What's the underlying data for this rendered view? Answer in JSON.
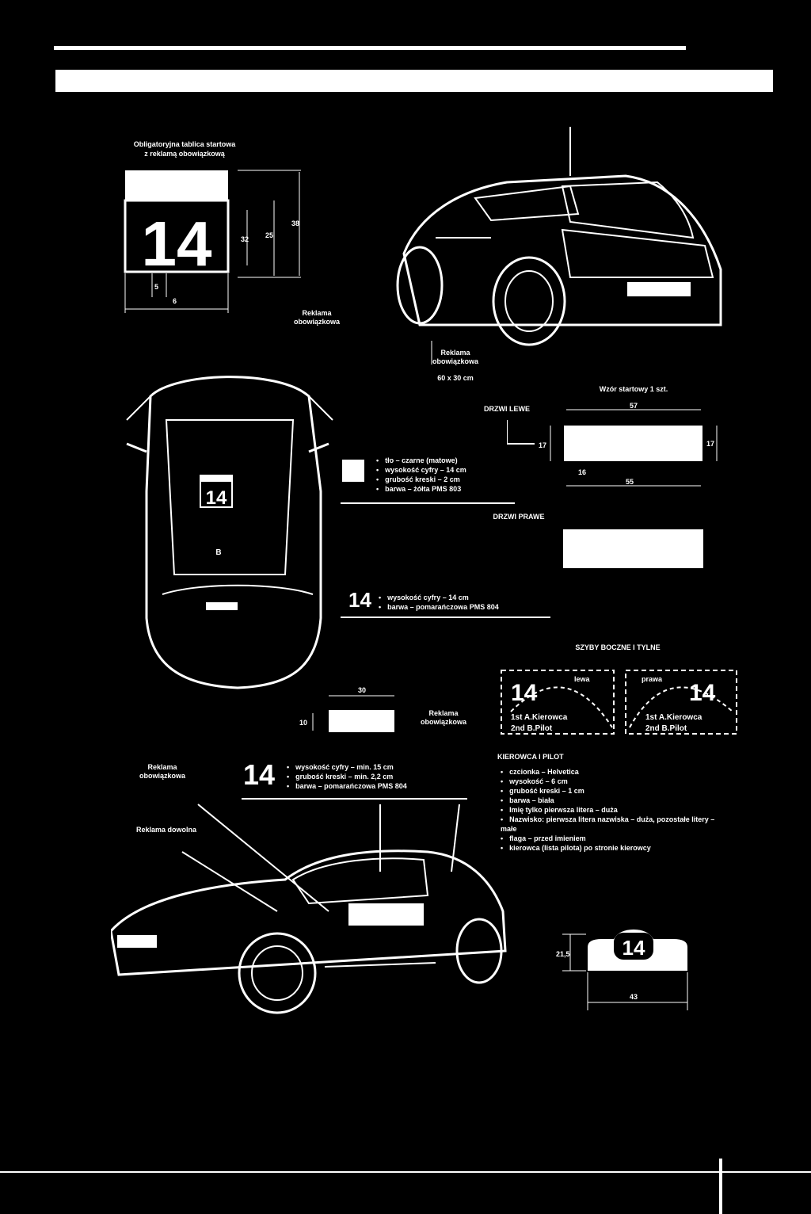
{
  "ad_plate": {
    "title_line1": "Obligatoryjna tablica startowa",
    "title_line2": "z reklamą obowiązkową",
    "number": "14",
    "dims": [
      "32",
      "6",
      "25",
      "5",
      "38"
    ]
  },
  "callouts": {
    "rear_ad": "Reklama obowiązkowa",
    "rear_ad_size": "60 x 30 cm",
    "side_ad": "Reklama obowiązkowa",
    "optional_ad": "Reklama dowolna",
    "top_ad_label": "Reklama obowiązkowa"
  },
  "roof_plate": {
    "number": "14",
    "letter": "B"
  },
  "roof_spec": {
    "items": [
      "tło – czarne (matowe)",
      "wysokość cyfry – 14 cm",
      "grubość kreski – 2 cm",
      "barwa – żółta PMS 803"
    ]
  },
  "door_spec": {
    "left_label": "DRZWI LEWE",
    "right_label": "DRZWI PRAWE",
    "top_label": "Wzór startowy 1 szt.",
    "dims": [
      "57",
      "17",
      "16",
      "55",
      "17"
    ]
  },
  "front_spec": {
    "number": "14",
    "items": [
      "wysokość cyfry – 14 cm",
      "barwa – pomarańczowa PMS 804"
    ]
  },
  "rear_window": {
    "title": "SZYBY BOCZNE I TYLNE",
    "left": "lewa",
    "right": "prawa",
    "number": "14",
    "line1": "1st A.Kierowca",
    "line2": "2nd B.Pilot"
  },
  "hood_sticker": {
    "dims": [
      "30",
      "10"
    ],
    "label": "Reklama obowiązkowa"
  },
  "side_spec": {
    "number": "14",
    "items": [
      "wysokość cyfry – min. 15 cm",
      "grubość kreski – min. 2,2 cm",
      "barwa – pomarańczowa PMS 804"
    ]
  },
  "driver_spec": {
    "title": "KIEROWCA I PILOT",
    "items": [
      "czcionka – Helvetica",
      "wysokość – 6 cm",
      "grubość kreski – 1 cm",
      "barwa – biała",
      "Imię tylko pierwsza litera – duża",
      "Nazwisko: pierwsza litera nazwiska – duża, pozostałe litery – małe",
      "flaga – przed imieniem",
      "kierowca (lista pilota) po stronie kierowcy"
    ]
  },
  "bottom_plate": {
    "number": "14",
    "dims": [
      "21,5",
      "43"
    ]
  }
}
